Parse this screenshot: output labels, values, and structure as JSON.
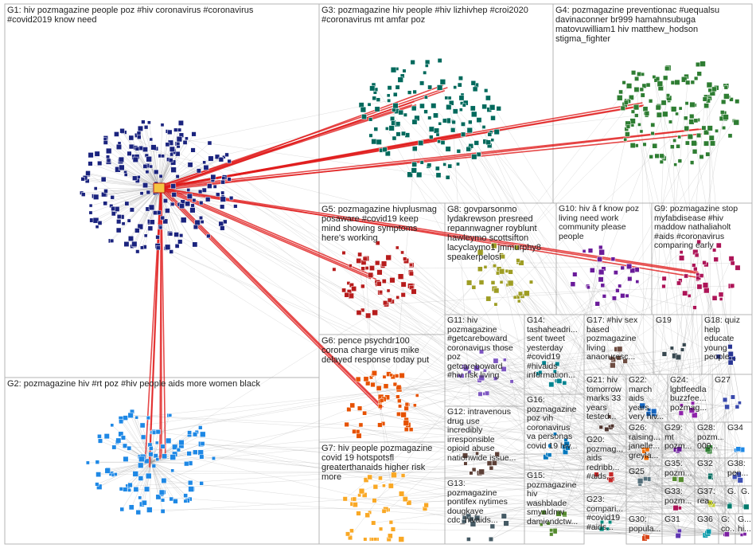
{
  "groups": [
    {
      "id": "G1",
      "label": "G1: hiv pozmagazine people poz #hiv coronavirus #coronavirus\n#covid2019 know need",
      "color": "#1a237e"
    },
    {
      "id": "G2",
      "label": "G2: pozmagazine hiv #rt poz #hiv people aids more women black",
      "color": "#1e88e5"
    },
    {
      "id": "G3",
      "label": "G3: pozmagazine hiv people #hiv lizhivhep #croi2020\n#coronavirus mt amfar poz",
      "color": "#00695c"
    },
    {
      "id": "G4",
      "label": "G4: pozmagazine preventionac #uequalsu\ndavinaconner br999 hamahnsubuga\nmatovuwilliam1 hiv matthew_hodson\nstigma_fighter",
      "color": "#2e7d32"
    },
    {
      "id": "G5",
      "label": "G5: pozmagazine hivplusmag\nposaware #covid19 keep\nmind showing symptoms\nhere's working",
      "color": "#b71c1c"
    },
    {
      "id": "G6",
      "label": "G6: pence psychdr100\ncorona charge virus mike\ndelayed response today put",
      "color": "#e65100"
    },
    {
      "id": "G7",
      "label": "G7: hiv people pozmagazine\ncovid 19 hotspotsfl\ngreaterthanaids higher risk\nmore",
      "color": "#f9a825"
    },
    {
      "id": "G8",
      "label": "G8: govparsonmo\nlydakrewson presreed\nrepannwagner royblunt\nhawleymo scottsifton\nlacyclaymo1 jmmurphy8\nspeakerpelosi",
      "color": "#9e9d24"
    },
    {
      "id": "G9",
      "label": "G9: pozmagazine stop\nmyfabdisease #hiv\nmaddow nathaliaholt\n#aids #coronavirus\ncomparing early",
      "color": "#ad1457"
    },
    {
      "id": "G10",
      "label": "G10: hiv â f know poz\nliving need work\ncommunity please\npeople",
      "color": "#6a1b9a"
    },
    {
      "id": "G11",
      "label": "G11: hiv\npozmagazine\n#getcareboward\ncoronavirus those\npoz\ngetcareboward\n#hiv risk living",
      "color": "#7e57c2"
    },
    {
      "id": "G12",
      "label": "G12: intravenous\ndrug use\nincredibly\nirresponsible\nopioid abuse\nnationwide issue...",
      "color": "#5d4037"
    },
    {
      "id": "G13",
      "label": "G13:\npozmagazine\npontifex nytimes\ndougkaye\ncdc_hivaids...",
      "color": "#455a64"
    },
    {
      "id": "G14",
      "label": "G14:\ntashaheadri...\nsent tweet\nyesterday\n#covid19\n#hivaids\ninformation...",
      "color": "#00838f"
    },
    {
      "id": "G15",
      "label": "G15:\npozmagazine\nhiv\nwashblade\nsmyaldmv\ndamiendctw...",
      "color": "#558b2f"
    },
    {
      "id": "G16",
      "label": "G16:\npozmagazine\npoz vih\ncoronavirus\nva personas\ncovid 19 hiv...",
      "color": "#0277bd"
    },
    {
      "id": "G17",
      "label": "G17: #hiv sex\nbased\npozmagazine\nliving\nanaoruresc...",
      "color": "#6d4c41"
    },
    {
      "id": "G18",
      "label": "G18: quiz\nhelp\neducate\nyoung\npeople...",
      "color": "#283593"
    },
    {
      "id": "G19",
      "label": "G19",
      "color": "#37474f"
    },
    {
      "id": "G20",
      "label": "G20:\npozmag...\naids\nredribb...\n#aids...",
      "color": "#c62828"
    },
    {
      "id": "G21",
      "label": "G21: hiv\ntomorrow\nmarks 33\nyears\ntested...",
      "color": "#4e342e"
    },
    {
      "id": "G22",
      "label": "G22:\nmarch\naids years\nvery hiv...",
      "color": "#1565c0"
    },
    {
      "id": "G23",
      "label": "G23:\ncompari...\n#covid19\n#aids...",
      "color": "#00897b"
    },
    {
      "id": "G24",
      "label": "G24:\nlgbtfeedla\nbuzzfee...\npozmag...",
      "color": "#8e24aa"
    },
    {
      "id": "G25",
      "label": "G25",
      "color": "#546e7a"
    },
    {
      "id": "G26",
      "label": "G26:\nraising...\njanelle...\ngreyla...",
      "color": "#ef6c00"
    },
    {
      "id": "G27",
      "label": "G27",
      "color": "#3949ab"
    },
    {
      "id": "G28",
      "label": "G28:\npozm...\n000...",
      "color": "#2e7d32"
    },
    {
      "id": "G29",
      "label": "G29:\nmt\npozm...",
      "color": "#6a1b9a"
    },
    {
      "id": "G30",
      "label": "G30:\npopula...",
      "color": "#d84315"
    },
    {
      "id": "G31",
      "label": "G31",
      "color": "#5e35b1"
    },
    {
      "id": "G32",
      "label": "G32",
      "color": "#00695c"
    },
    {
      "id": "G33",
      "label": "G33:\npozm...",
      "color": "#ad1457"
    },
    {
      "id": "G34",
      "label": "G34",
      "color": "#1e88e5"
    },
    {
      "id": "G35",
      "label": "G35:\npozm...",
      "color": "#558b2f"
    },
    {
      "id": "G36",
      "label": "G36",
      "color": "#0097a7"
    },
    {
      "id": "G37",
      "label": "G37:\nrea...",
      "color": "#c0ca33"
    },
    {
      "id": "G38",
      "label": "G38:\npen...",
      "color": "#3f51b5"
    },
    {
      "id": "G39",
      "label": "G...",
      "color": "#00796b"
    },
    {
      "id": "G40",
      "label": "G...",
      "color": "#00796b"
    },
    {
      "id": "G41",
      "label": "G:\nco...",
      "color": "#7b1fa2"
    },
    {
      "id": "G42",
      "label": "G...\nhi...",
      "color": "#7b1fa2"
    }
  ],
  "colors": {
    "edge": "#9a9a9a",
    "strong_edge": "#e01a1a",
    "box_border": "#b5b5b5",
    "background": "#ffffff"
  }
}
